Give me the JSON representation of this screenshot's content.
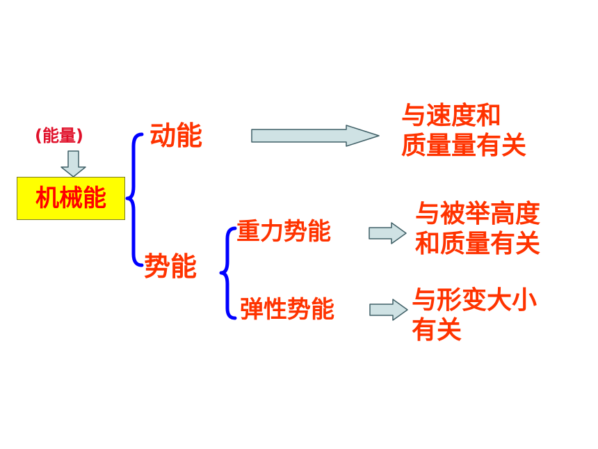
{
  "colors": {
    "text_accent": "#ff3300",
    "root_text": "#ff0000",
    "root_fill": "#ffff00",
    "brace": "#0000ff",
    "arrow_fill": "#cfe2e4",
    "arrow_stroke": "#3f5f66"
  },
  "diagram": {
    "energy_note": "(能量)",
    "root": "机械能",
    "kinetic": {
      "label": "动能",
      "description": [
        "与速度和",
        "质量量有关"
      ]
    },
    "potential": {
      "label": "势能",
      "gravitational": {
        "label": "重力势能",
        "description": [
          "与被举高度",
          "和质量有关"
        ]
      },
      "elastic": {
        "label": "弹性势能",
        "description": [
          "与形变大小",
          "有关"
        ]
      }
    }
  }
}
